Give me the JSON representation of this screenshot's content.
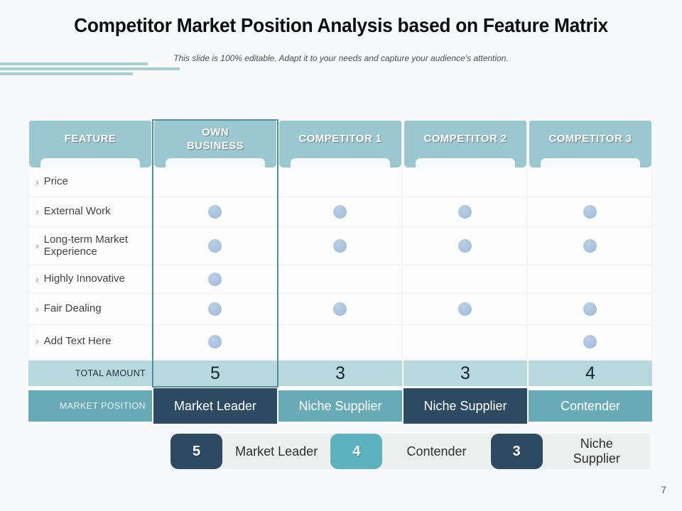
{
  "slide": {
    "title": "Competitor Market Position Analysis based on Feature Matrix",
    "subtitle": "This slide is 100% editable. Adapt it to your needs and capture your audience's attention.",
    "page_number": "7"
  },
  "colors": {
    "header_teal": "#9bc7d0",
    "total_row_bg": "#b7d8dc",
    "market_position_teal": "#68abb7",
    "dark_navy": "#2d4a63",
    "own_business_border": "#4f909b",
    "dot": "#a8c2de",
    "legend_badge_teal": "#5cb2bf",
    "accent_line": "#a6ced3"
  },
  "table": {
    "bullet": "›",
    "columns": [
      "FEATURE",
      "OWN\nBUSINESS",
      "COMPETITOR 1",
      "COMPETITOR 2",
      "COMPETITOR 3"
    ],
    "rows": [
      {
        "feature": "Price",
        "dots": [
          0,
          0,
          0,
          0
        ]
      },
      {
        "feature": "External Work",
        "dots": [
          1,
          1,
          1,
          1
        ]
      },
      {
        "feature": "Long-term Market Experience",
        "dots": [
          1,
          1,
          1,
          1
        ]
      },
      {
        "feature": "Highly Innovative",
        "dots": [
          1,
          0,
          0,
          0
        ]
      },
      {
        "feature": "Fair Dealing",
        "dots": [
          1,
          1,
          1,
          1
        ]
      },
      {
        "feature": "Add Text Here",
        "dots": [
          1,
          0,
          0,
          1
        ]
      }
    ],
    "total_label": "TOTAL AMOUNT",
    "totals": [
      "5",
      "3",
      "3",
      "4"
    ],
    "position_label": "MARKET POSITION",
    "positions": [
      {
        "label": "Market Leader",
        "variant": "dark"
      },
      {
        "label": "Niche Supplier",
        "variant": "teal"
      },
      {
        "label": "Niche Supplier",
        "variant": "dark"
      },
      {
        "label": "Contender",
        "variant": "teal"
      }
    ]
  },
  "legend": {
    "items": [
      {
        "score": "5",
        "label": "Market Leader",
        "badge": "dark"
      },
      {
        "score": "4",
        "label": "Contender",
        "badge": "teal"
      },
      {
        "score": "3",
        "label": "Niche\nSupplier",
        "badge": "dark"
      }
    ]
  }
}
